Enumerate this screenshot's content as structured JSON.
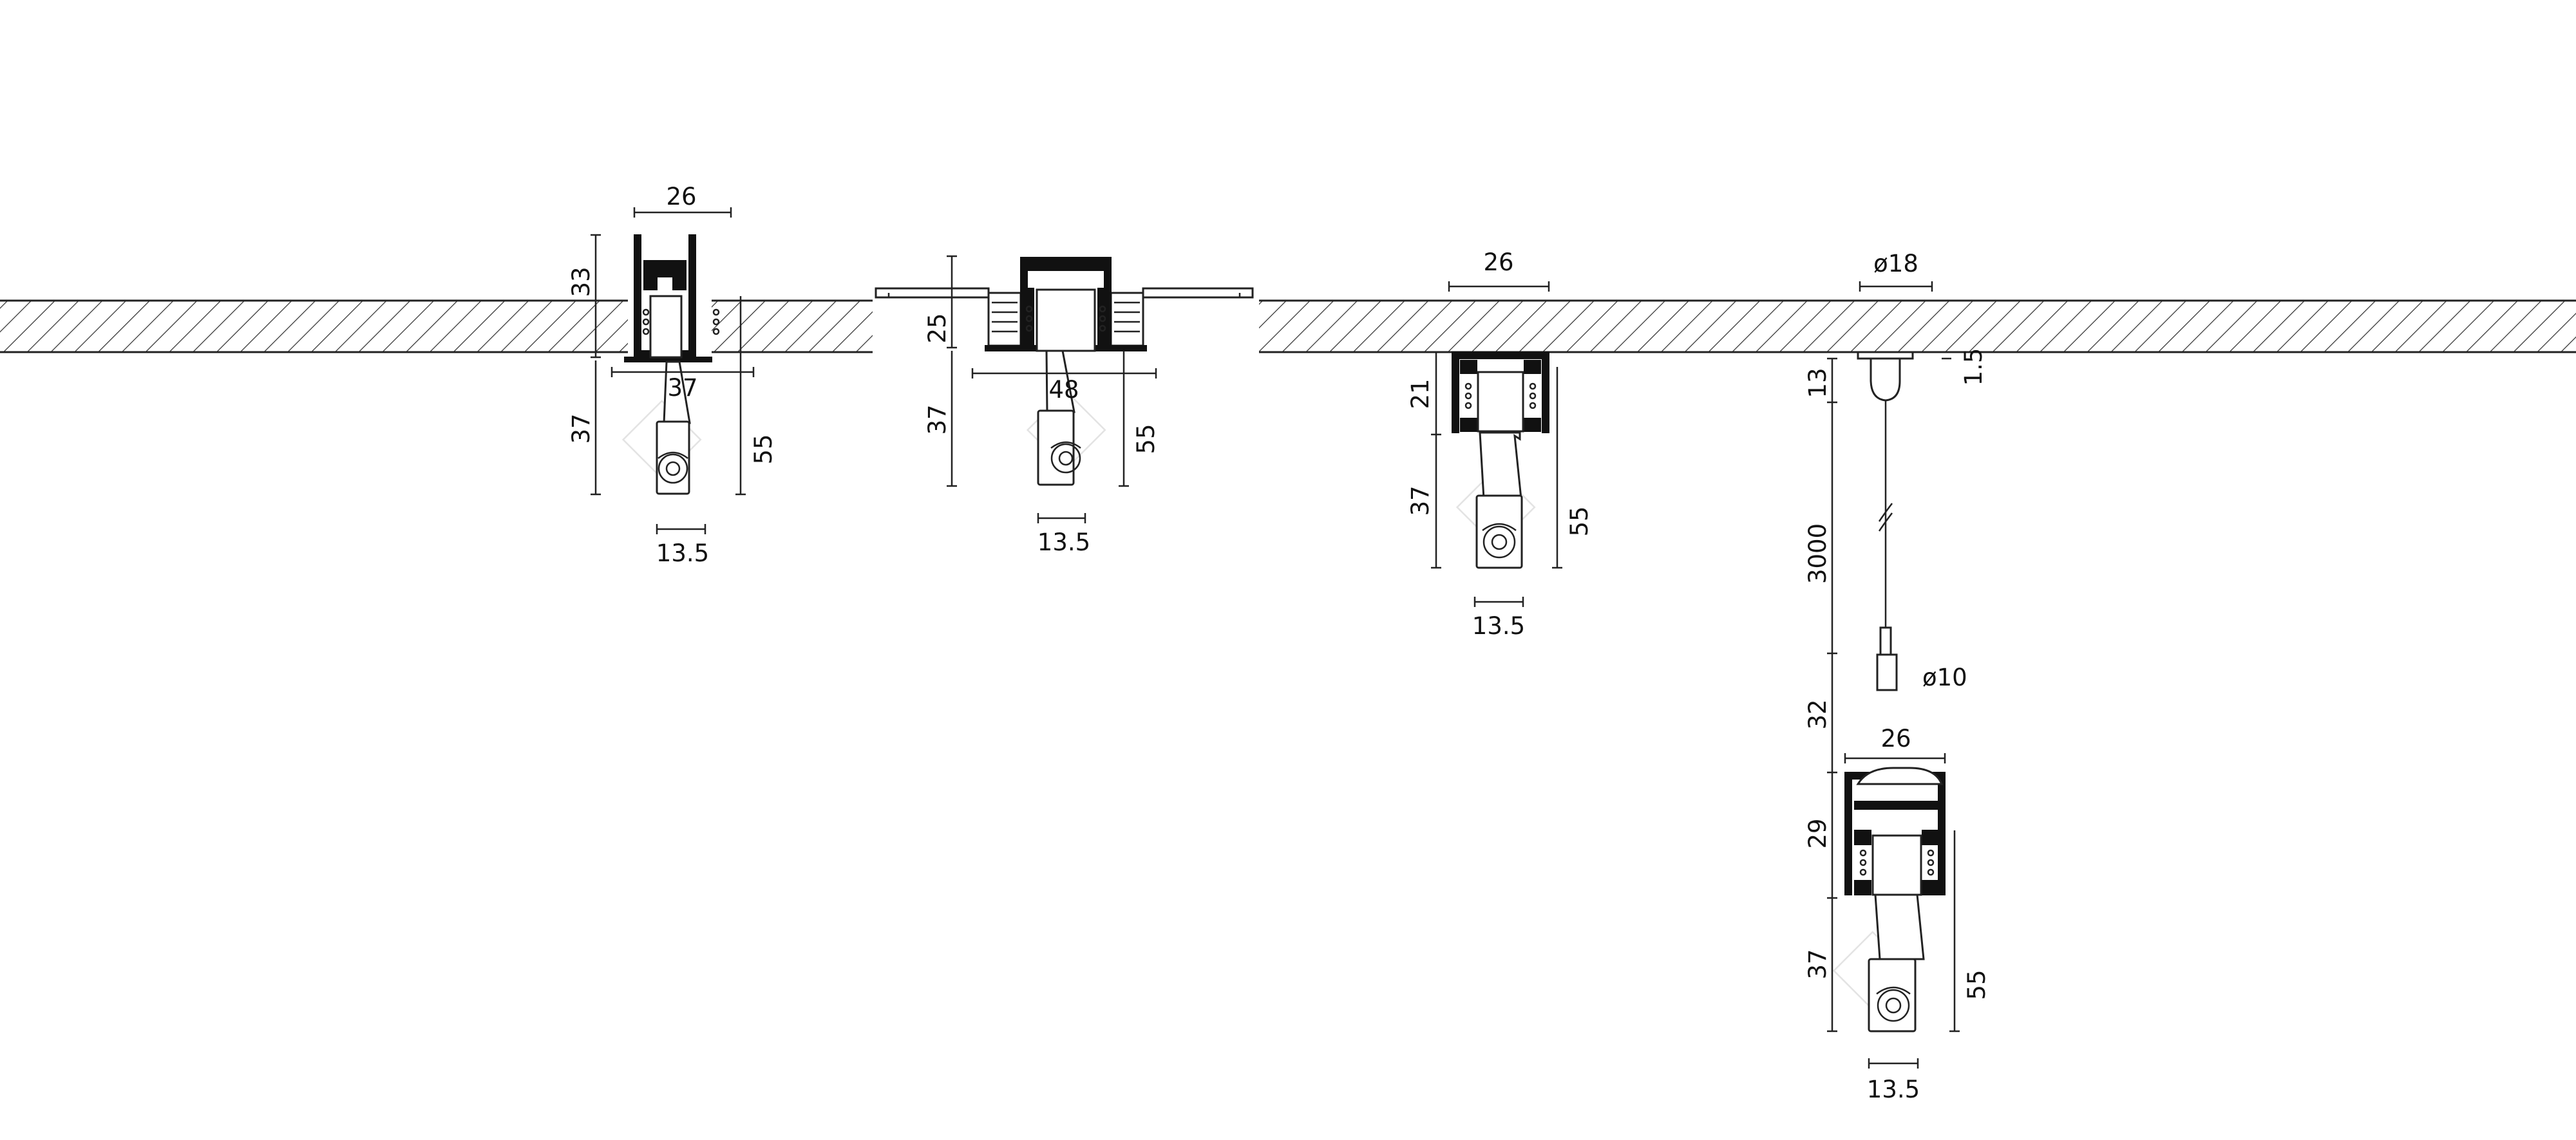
{
  "colors": {
    "line": "#222222",
    "profile": "#111111",
    "background": "#ffffff",
    "ghost": "#e3e3e3"
  },
  "surface_pattern": "diagonal-hatch",
  "variants": [
    {
      "name": "",
      "dims": {
        "width_top": "26",
        "profile_height": "33",
        "flange_width": "37",
        "head_height": "37",
        "overall_height": "55",
        "head_width": "13.5"
      }
    },
    {
      "name": "",
      "dims": {
        "profile_height": "25",
        "flange_width": "48",
        "head_height": "37",
        "overall_height": "55",
        "head_width": "13.5"
      }
    },
    {
      "name": "",
      "dims": {
        "width_top": "26",
        "profile_height": "21",
        "head_height": "37",
        "overall_height": "55",
        "head_width": "13.5"
      }
    },
    {
      "name": "",
      "dims": {
        "canopy_diameter": "ø18",
        "canopy_gap": "1.5",
        "canopy_height": "13",
        "cable_length": "3000",
        "clamp_diameter": "ø10",
        "clamp_height": "32",
        "width_top": "26",
        "profile_height": "29",
        "head_height": "37",
        "overall_height": "55",
        "head_width": "13.5"
      }
    }
  ]
}
